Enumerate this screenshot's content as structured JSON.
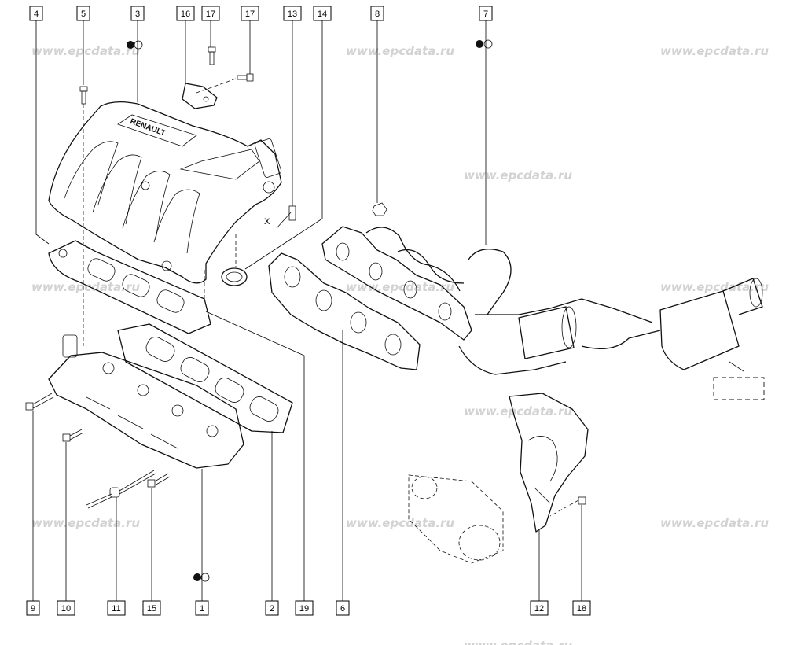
{
  "watermark": "www.epcdata.ru",
  "brand_text": "RENAULT",
  "axis_marker": "X",
  "callouts": [
    "4",
    "5",
    "3",
    "16",
    "17",
    "17",
    "13",
    "14",
    "8",
    "7",
    "9",
    "10",
    "11",
    "15",
    "1",
    "2",
    "19",
    "6",
    "12",
    "18"
  ]
}
